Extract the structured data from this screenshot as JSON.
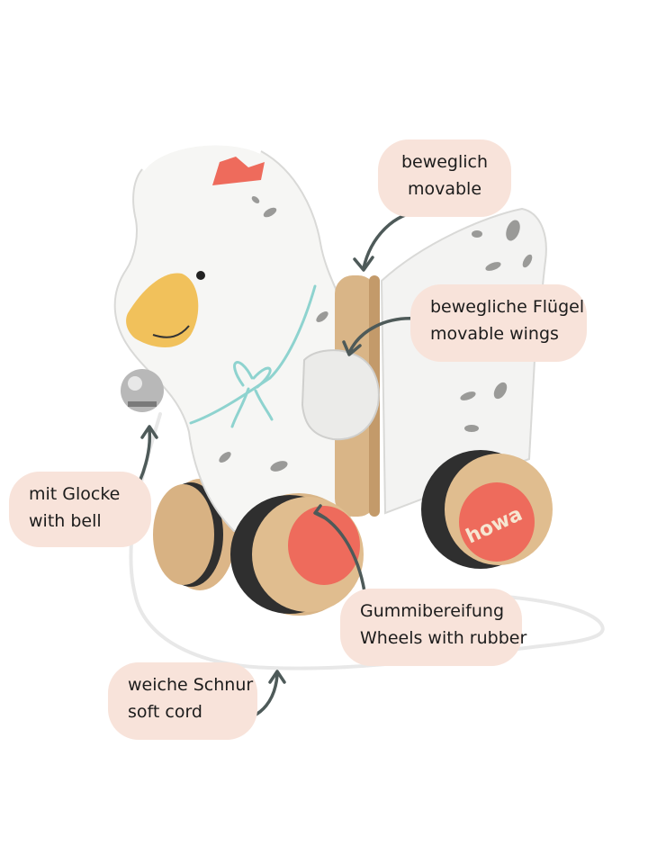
{
  "labels": {
    "movable": {
      "de": "beweglich",
      "en": "movable"
    },
    "wings": {
      "de": "bewegliche Flügel",
      "en": "movable wings"
    },
    "bell": {
      "de": "mit Glocke",
      "en": "with bell"
    },
    "rubber": {
      "de": "Gummibereifung",
      "en": "Wheels with rubber"
    },
    "cord": {
      "de": "weiche Schnur",
      "en": "soft cord"
    }
  },
  "brand": "howa",
  "colors": {
    "bubble": "#f8e3da",
    "arrow": "#4e5a59",
    "accent_coral": "#ee6b5c",
    "beak": "#f1c15b",
    "ribbon": "#8ed3cf"
  }
}
